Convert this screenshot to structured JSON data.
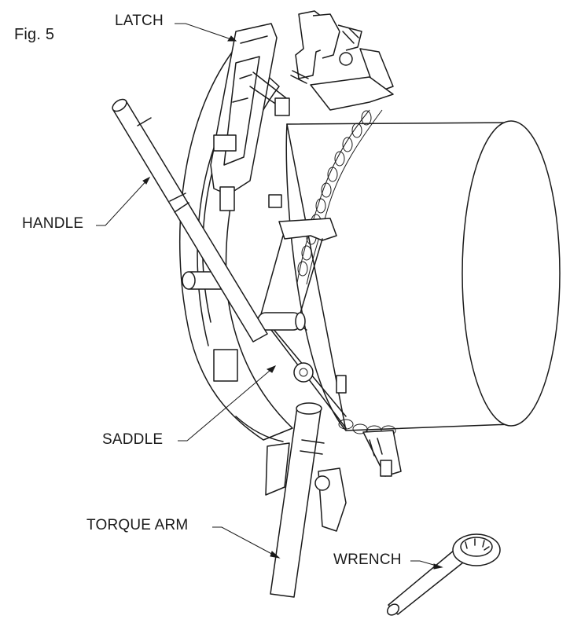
{
  "figure_label": "Fig. 5",
  "labels": {
    "latch": "LATCH",
    "handle": "HANDLE",
    "saddle": "SADDLE",
    "torque_arm": "TORQUE ARM",
    "wrench": "WRENCH"
  },
  "colors": {
    "ink": "#1a1a1a",
    "background": "#ffffff"
  }
}
